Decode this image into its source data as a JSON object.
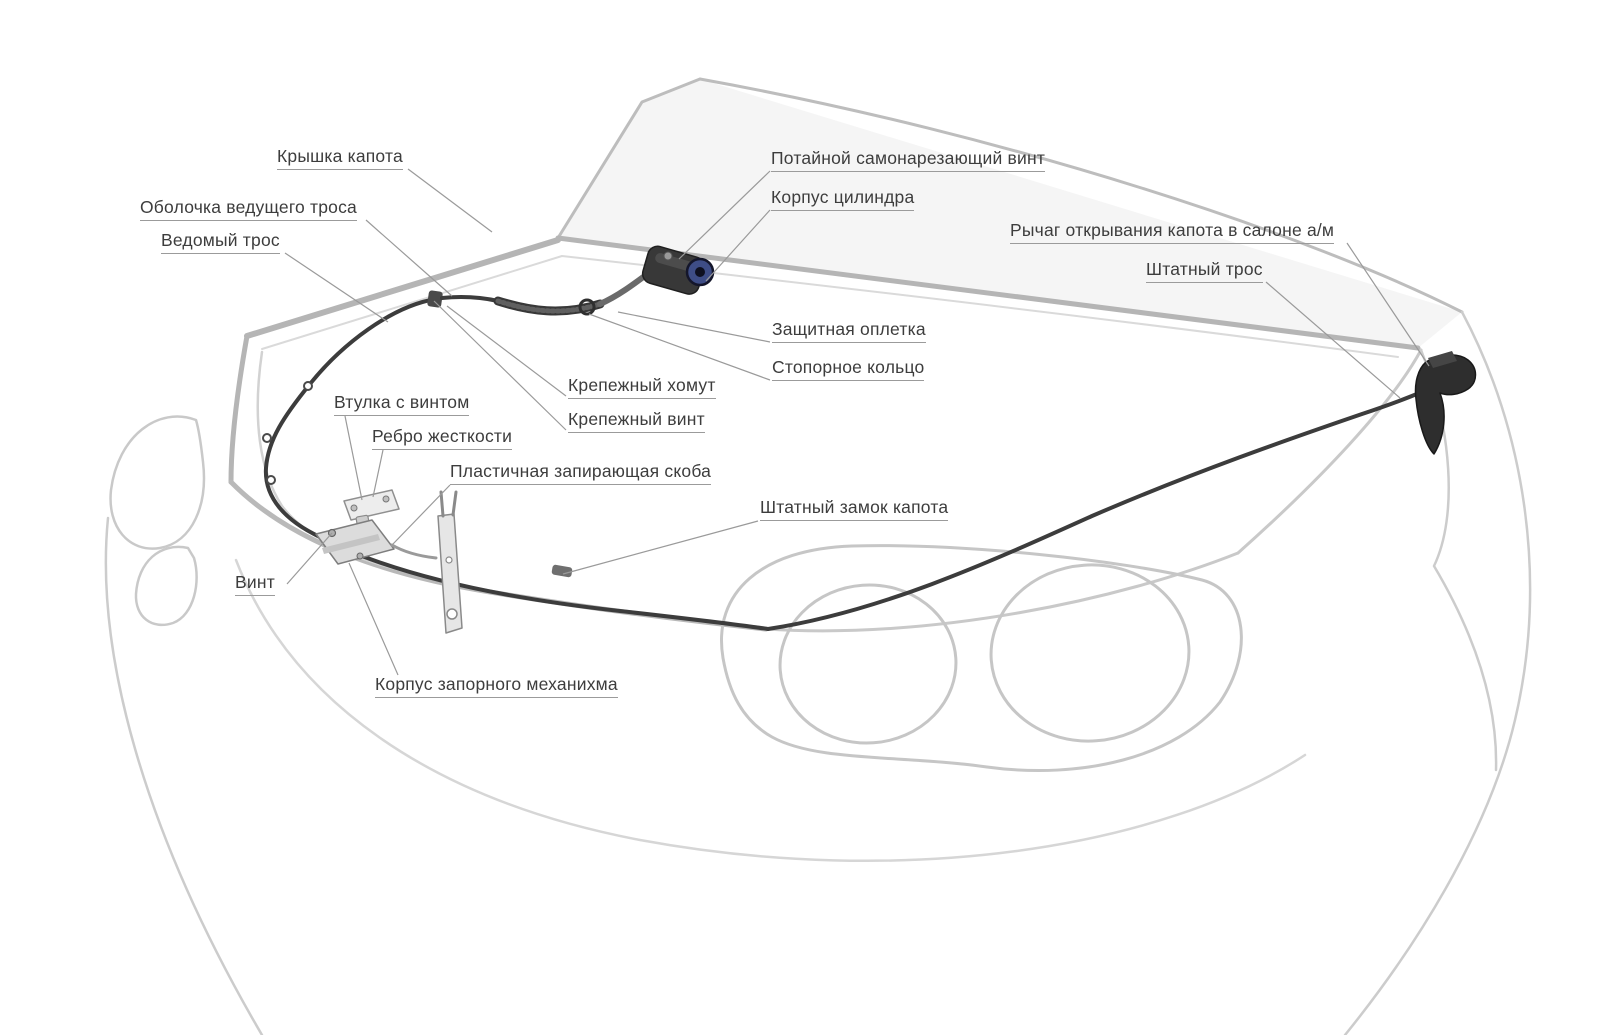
{
  "labels": {
    "hood_cover": "Крышка капота",
    "drive_cable_sheath": "Оболочка ведущего троса",
    "driven_cable": "Ведомый трос",
    "countersunk_screw": "Потайной самонарезающий винт",
    "cylinder_body": "Корпус цилиндра",
    "hood_release_lever": "Рычаг открывания капота в салоне а/м",
    "stock_cable": "Штатный трос",
    "protective_braid": "Защитная оплетка",
    "retaining_ring": "Стопорное кольцо",
    "mounting_clamp": "Крепежный хомут",
    "mounting_screw": "Крепежный винт",
    "bushing_with_screw": "Втулка с винтом",
    "stiffening_rib": "Ребро жесткости",
    "plastic_locking_bracket": "Пластичная запирающая скоба",
    "stock_hood_lock": "Штатный замок капота",
    "screw": "Винт",
    "locking_mechanism_body": "Корпус запорного механихма"
  },
  "colors": {
    "car_outline": "#c6c6c6",
    "hood_edge": "#b5b5b5",
    "cable": "#3c3c3c",
    "label_text": "#3d3d3d",
    "leader_line": "#9a9a9a",
    "lock_face_blue": "#3e4d86"
  }
}
